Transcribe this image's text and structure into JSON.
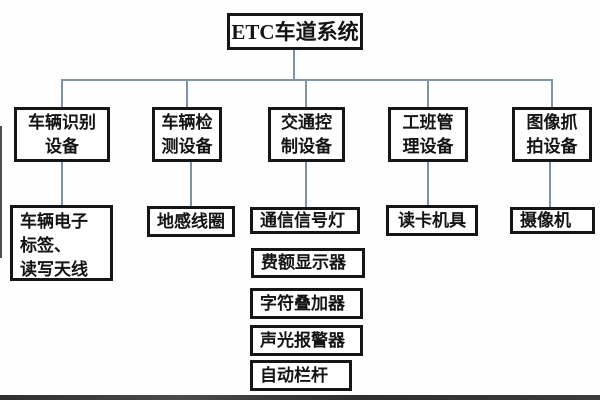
{
  "diagram": {
    "type": "org-hierarchy",
    "title": "ETC车道系统",
    "branches": [
      {
        "label": "车辆识别\n设备",
        "children": [
          {
            "label": "车辆电子\n标签、\n读写天线"
          }
        ]
      },
      {
        "label": "车辆检\n测设备",
        "children": [
          {
            "label": "地感线圈"
          }
        ]
      },
      {
        "label": "交通控\n制设备",
        "children": [
          {
            "label": "通信信号灯"
          },
          {
            "label": "费额显示器"
          },
          {
            "label": "字符叠加器"
          },
          {
            "label": "声光报警器"
          },
          {
            "label": "自动栏杆"
          }
        ]
      },
      {
        "label": "工班管\n理设备",
        "children": [
          {
            "label": "读卡机具"
          }
        ]
      },
      {
        "label": "图像抓\n拍设备",
        "children": [
          {
            "label": "摄像机"
          }
        ]
      }
    ]
  },
  "colors": {
    "connector": "#7d93aa",
    "border": "#161616",
    "text": "#141414",
    "bottom_bar": "#3a3a3a"
  }
}
